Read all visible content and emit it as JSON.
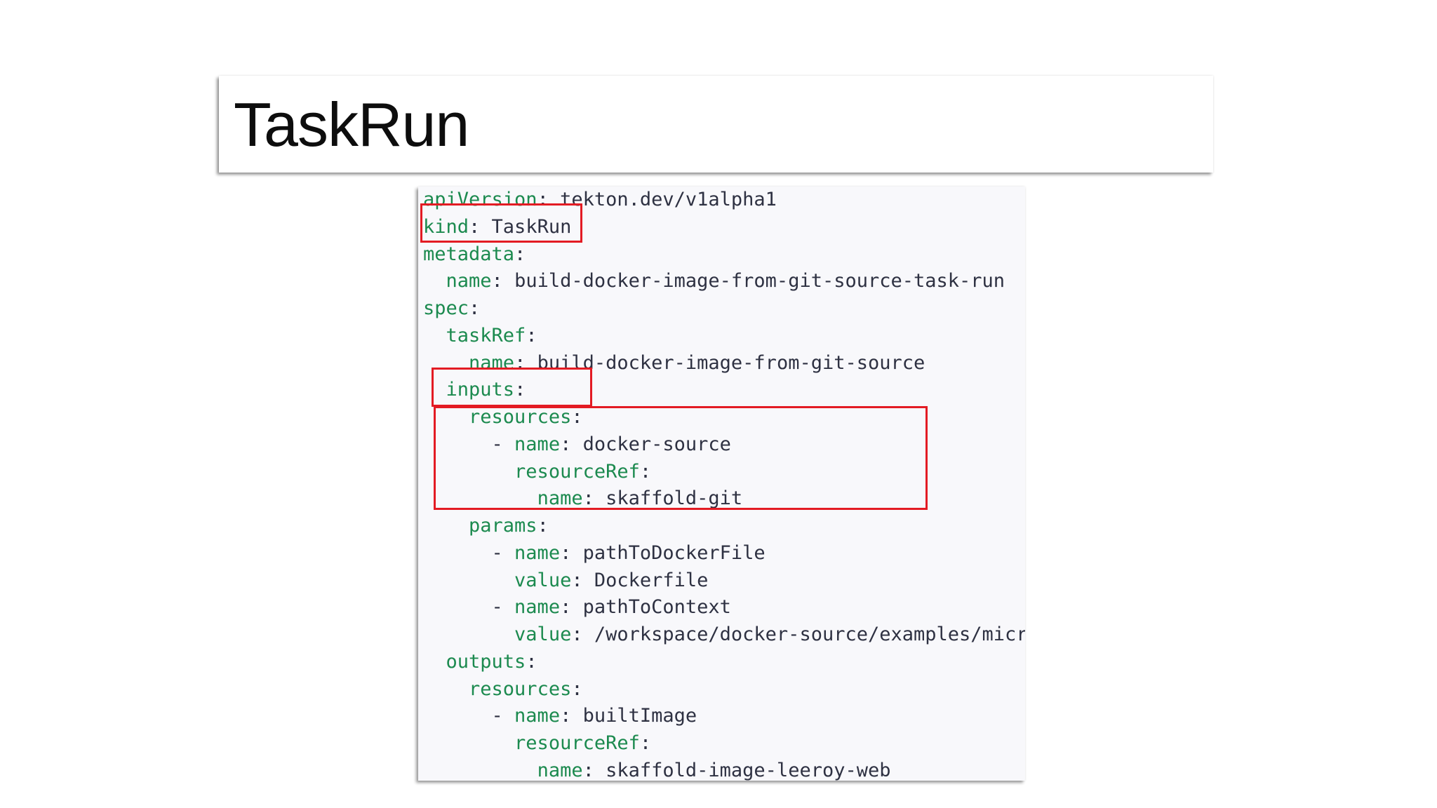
{
  "slide": {
    "title": "TaskRun"
  },
  "code": {
    "lines": [
      {
        "indent": "",
        "key": "apiVersion",
        "sep": ": ",
        "value": "tekton.dev/v1alpha1"
      },
      {
        "indent": "",
        "key": "kind",
        "sep": ": ",
        "value": "TaskRun"
      },
      {
        "indent": "",
        "key": "metadata",
        "sep": ":",
        "value": ""
      },
      {
        "indent": "  ",
        "key": "name",
        "sep": ": ",
        "value": "build-docker-image-from-git-source-task-run"
      },
      {
        "indent": "",
        "key": "spec",
        "sep": ":",
        "value": ""
      },
      {
        "indent": "  ",
        "key": "taskRef",
        "sep": ":",
        "value": ""
      },
      {
        "indent": "    ",
        "key": "name",
        "sep": ": ",
        "value": "build-docker-image-from-git-source"
      },
      {
        "indent": "  ",
        "key": "inputs",
        "sep": ":",
        "value": ""
      },
      {
        "indent": "    ",
        "key": "resources",
        "sep": ":",
        "value": ""
      },
      {
        "indent": "      - ",
        "key": "name",
        "sep": ": ",
        "value": "docker-source"
      },
      {
        "indent": "        ",
        "key": "resourceRef",
        "sep": ":",
        "value": ""
      },
      {
        "indent": "          ",
        "key": "name",
        "sep": ": ",
        "value": "skaffold-git"
      },
      {
        "indent": "    ",
        "key": "params",
        "sep": ":",
        "value": ""
      },
      {
        "indent": "      - ",
        "key": "name",
        "sep": ": ",
        "value": "pathToDockerFile"
      },
      {
        "indent": "        ",
        "key": "value",
        "sep": ": ",
        "value": "Dockerfile"
      },
      {
        "indent": "      - ",
        "key": "name",
        "sep": ": ",
        "value": "pathToContext"
      },
      {
        "indent": "        ",
        "key": "value",
        "sep": ": ",
        "value": "/workspace/docker-source/examples/microservices/leeroy-web"
      },
      {
        "indent": "  ",
        "key": "outputs",
        "sep": ":",
        "value": ""
      },
      {
        "indent": "    ",
        "key": "resources",
        "sep": ":",
        "value": ""
      },
      {
        "indent": "      - ",
        "key": "name",
        "sep": ": ",
        "value": "builtImage"
      },
      {
        "indent": "        ",
        "key": "resourceRef",
        "sep": ":",
        "value": ""
      },
      {
        "indent": "          ",
        "key": "name",
        "sep": ": ",
        "value": "skaffold-image-leeroy-web"
      }
    ]
  },
  "highlights": {
    "color": "#e31b23"
  },
  "colors": {
    "key": "#1c8a4f",
    "value": "#2e3142",
    "code_background": "#f8f8fb"
  }
}
